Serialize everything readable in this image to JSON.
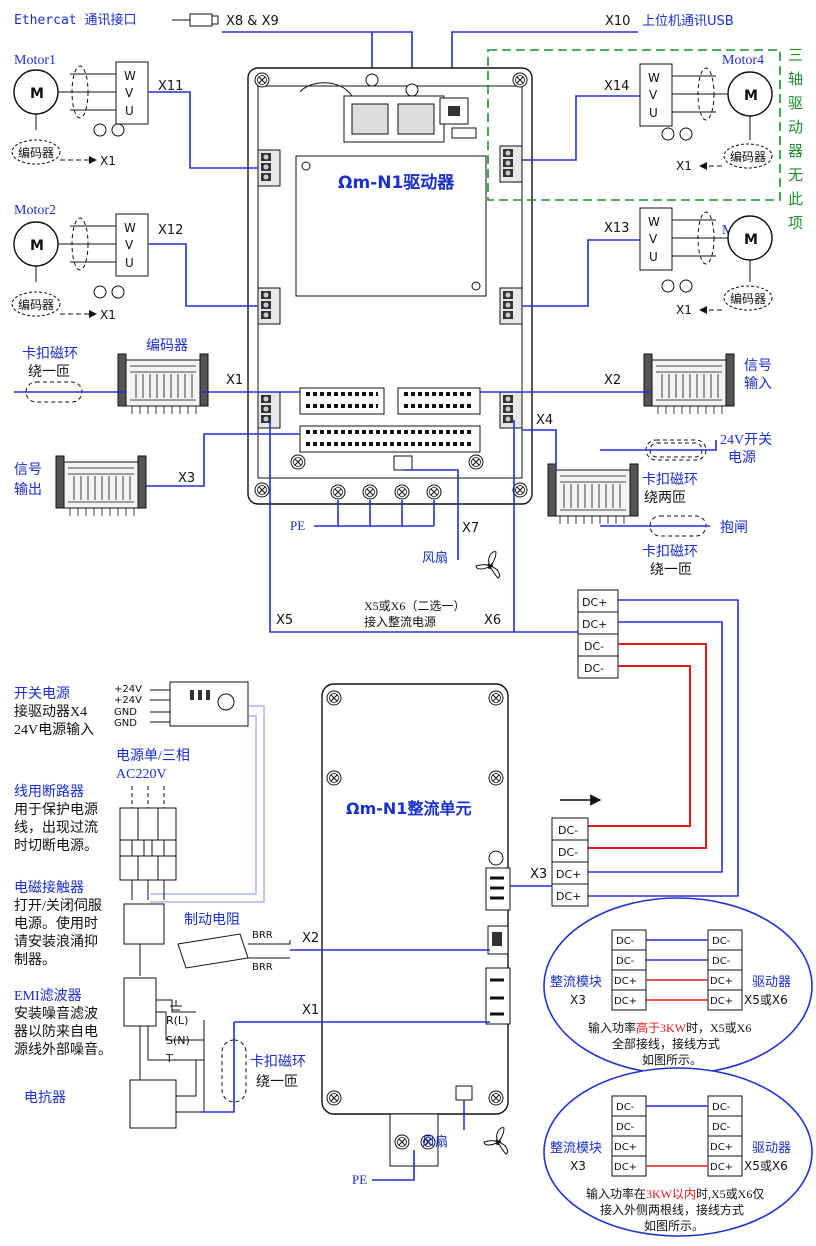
{
  "colors": {
    "wire": "#2233cc",
    "label": "#1a2fcc",
    "note": "#1a8f2a",
    "power": "#e01a1a"
  },
  "top": {
    "ethercat": "Ethercat 通讯接口",
    "x8x9": "X8 & X9",
    "x10": "X10",
    "usb": "上位机通讯USB"
  },
  "motors": {
    "m1": "Motor1",
    "m2": "Motor2",
    "m3": "Motor3",
    "m4": "Motor4",
    "m": "M",
    "w": "W",
    "v": "V",
    "u": "U",
    "encoder": "编码器",
    "x1": "X1",
    "x11": "X11",
    "x12": "X12",
    "x13": "X13",
    "x14": "X14"
  },
  "drive": {
    "title": "Ωm-N1驱动器"
  },
  "note_3axis": "三轴驱动器无此项",
  "connectors": {
    "encoder_title": "编码器",
    "ferrite_left": "卡扣磁环",
    "ferrite_left2": "绕一匝",
    "x1": "X1",
    "x2": "X2",
    "x3": "X3",
    "x4": "X4",
    "signal_in1": "信号",
    "signal_in2": "输入",
    "signal_out1": "信号",
    "signal_out2": "输出",
    "sw24_1": "24V开关",
    "sw24_2": "电源",
    "ferrite_two1": "卡扣磁环",
    "ferrite_two2": "绕两匝",
    "brake": "抱闸",
    "ferrite_one1": "卡扣磁环",
    "ferrite_one2": "绕一匝",
    "pe": "PE",
    "x7": "X7",
    "fan": "风扇",
    "x5": "X5",
    "x6": "X6",
    "x5x6_1": "X5或X6（二选一）",
    "x5x6_2": "接入整流电源"
  },
  "dc": {
    "p": "DC+",
    "n": "DC-"
  },
  "psu": {
    "p24": "+24V",
    "gnd": "GND",
    "title1": "开关电源",
    "title2": "接驱动器X4",
    "title3": "24V电源输入"
  },
  "rectifier": {
    "title": "Ωm-N1整流单元",
    "x3": "X3",
    "x2": "X2",
    "x1": "X1",
    "fan": "风扇",
    "pe": "PE",
    "brr": "BRR"
  },
  "left_notes": {
    "supply1": "电源单/三相",
    "supply2": "AC220V",
    "breaker_t": "线用断路器",
    "breaker_1": "用于保护电源",
    "breaker_2": "线，出现过流",
    "breaker_3": "时切断电源。",
    "contact_t": "电磁接触器",
    "contact_1": "打开/关闭伺服",
    "contact_2": "电源。使用时",
    "contact_3": "请安装浪涌抑",
    "contact_4": "制器。",
    "emi_t": "EMI滤波器",
    "emi_1": "安装噪音滤波",
    "emi_2": "器以防来自电",
    "emi_3": "源线外部噪音。",
    "reactor": "电抗器",
    "brake_res": "制动电阻",
    "ferrite1": "卡扣磁环",
    "ferrite2": "绕一匝",
    "rl": "R(L)",
    "sn": "S(N)",
    "tt": "T"
  },
  "inset1": {
    "left": "整流模块",
    "left2": "X3",
    "right": "驱动器",
    "right2": "X5或X6",
    "n1a": "输入功率",
    "n1b": "高于3KW",
    "n1c": "时，X5或X6",
    "n2": "全部接线，接线方式",
    "n3": "如图所示。"
  },
  "inset2": {
    "left": "整流模块",
    "left2": "X3",
    "right": "驱动器",
    "right2": "X5或X6",
    "n1a": "输入功率在",
    "n1b": "3KW以内",
    "n1c": "时,X5或X6仅",
    "n2": "接入外侧两根线，接线方式",
    "n3": "如图所示。"
  }
}
